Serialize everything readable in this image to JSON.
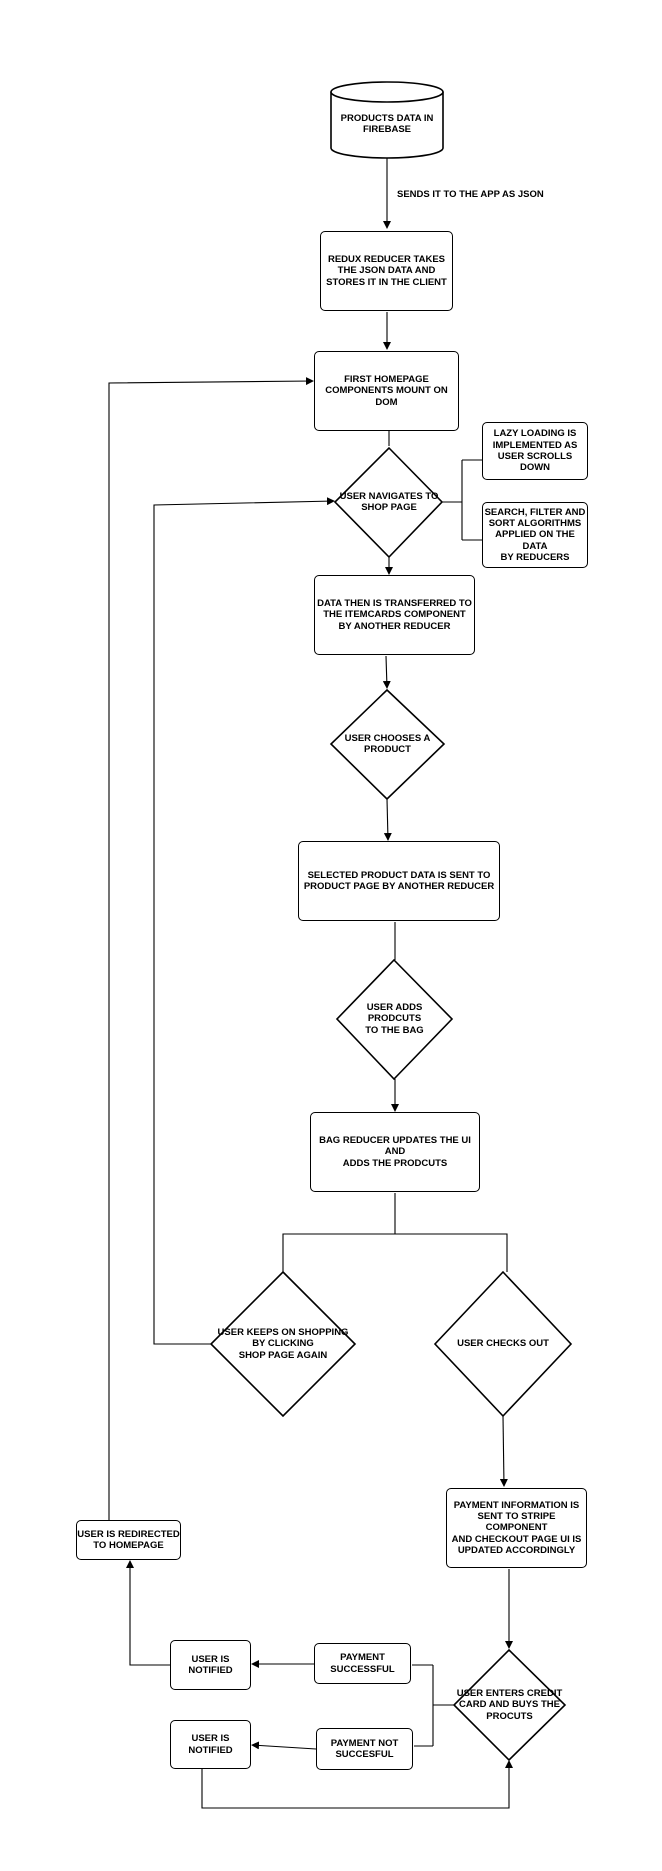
{
  "nodes": {
    "products_data": "PRODUCTS DATA IN\nFIREBASE",
    "redux_reducer": "REDUX REDUCER TAKES\nTHE JSON DATA AND\nSTORES IT IN THE CLIENT",
    "first_homepage": "FIRST HOMEPAGE\nCOMPONENTS MOUNT ON\nDOM",
    "user_navigates": "USER NAVIGATES TO\nSHOP PAGE",
    "lazy_loading": "LAZY LOADING IS\nIMPLEMENTED AS\nUSER SCROLLS DOWN",
    "search_filter": "SEARCH, FILTER AND\nSORT ALGORITHMS\nAPPLIED ON THE DATA\nBY REDUCERS",
    "data_transferred": "DATA THEN IS TRANSFERRED TO\nTHE ITEMCARDS COMPONENT\nBY ANOTHER REDUCER",
    "user_chooses": "USER CHOOSES A\nPRODUCT",
    "selected_product": "SELECTED PRODUCT DATA IS SENT TO\nPRODUCT PAGE BY ANOTHER REDUCER",
    "user_adds": "USER ADDS PRODCUTS\nTO THE BAG",
    "bag_reducer": "BAG REDUCER UPDATES THE UI AND\nADDS THE PRODCUTS",
    "keeps_shopping": "USER KEEPS ON SHOPPING\nBY CLICKING\nSHOP PAGE AGAIN",
    "checks_out": "USER CHECKS OUT",
    "payment_info": "PAYMENT INFORMATION  IS\nSENT TO STRIPE COMPONENT\nAND CHECKOUT PAGE UI IS\nUPDATED ACCORDINGLY",
    "redirected": "USER IS REDIRECTED\nTO HOMEPAGE",
    "enters_card": "USER ENTERS CREDIT\nCARD AND BUYS THE\nPROCUTS",
    "payment_successful": "PAYMENT\nSUCCESSFUL",
    "payment_not_successful": "PAYMENT NOT\nSUCCESFUL",
    "notified_1": "USER IS\nNOTIFIED",
    "notified_2": "USER IS\nNOTIFIED"
  },
  "edge_labels": {
    "sends_json": "SENDS IT TO THE APP AS JSON"
  }
}
